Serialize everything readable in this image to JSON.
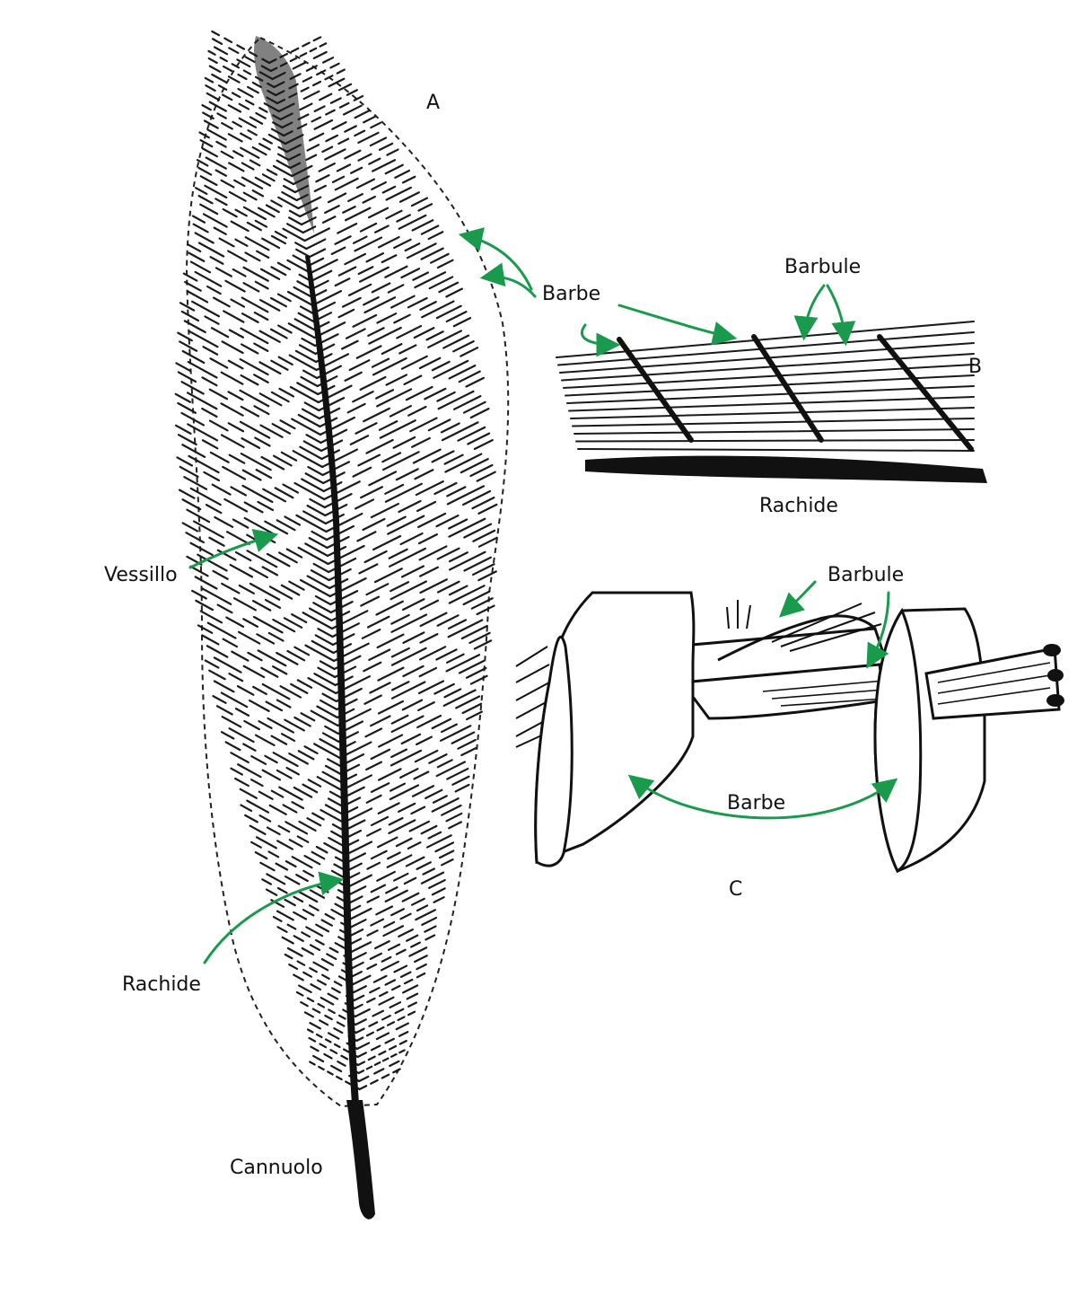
{
  "colors": {
    "ink": "#111111",
    "arrow": "#1a9a4c",
    "paper": "#ffffff"
  },
  "panels": {
    "a": {
      "letter": "A"
    },
    "b": {
      "letter": "B"
    },
    "c": {
      "letter": "C"
    }
  },
  "labels": {
    "vessillo": "Vessillo",
    "rachide_a": "Rachide",
    "cannuolo": "Cannuolo",
    "barbe_a": "Barbe",
    "barbule_b": "Barbule",
    "rachide_b": "Rachide",
    "barbule_c": "Barbule",
    "barbe_c": "Barbe"
  }
}
